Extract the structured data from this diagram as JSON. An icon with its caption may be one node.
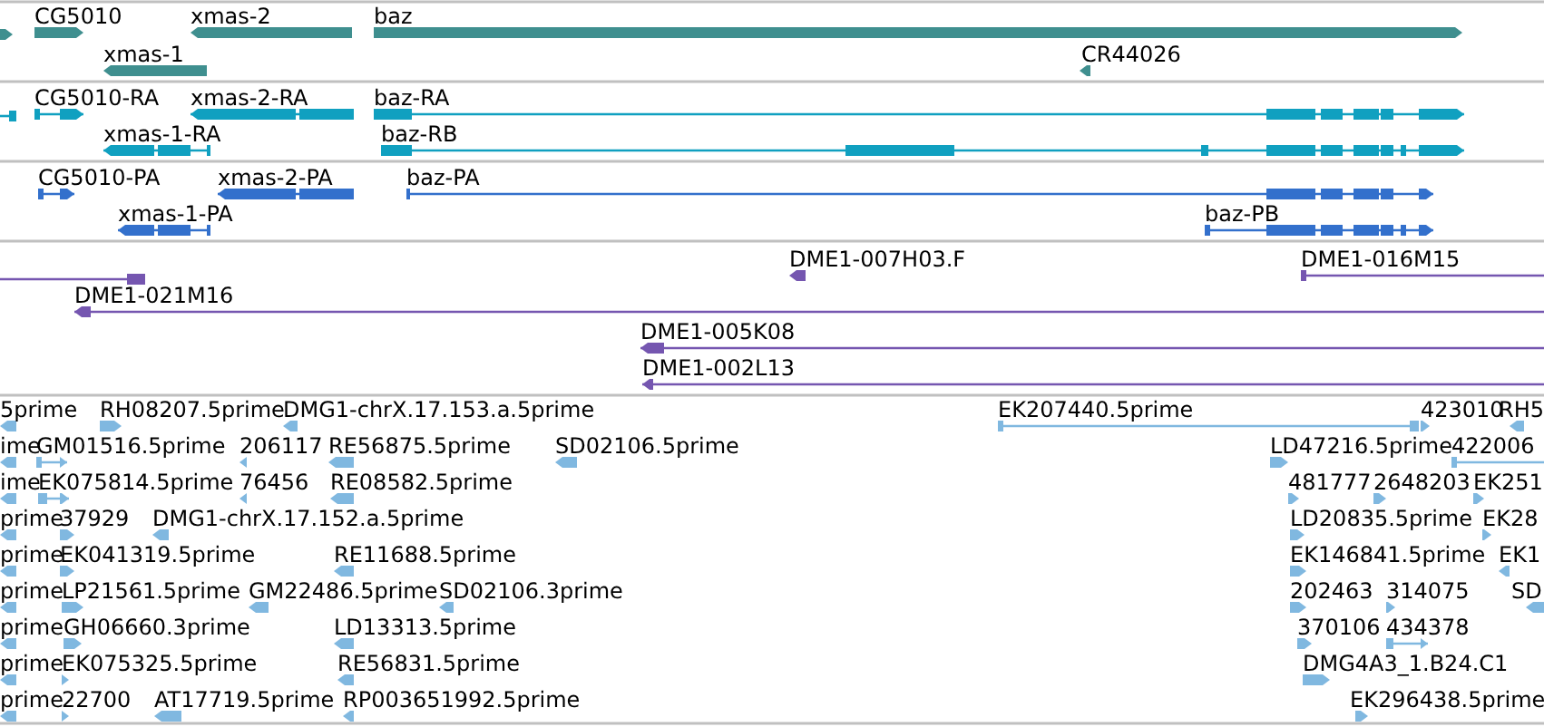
{
  "diagram": {
    "labels": [
      "CG5010",
      "xmas-2",
      "baz",
      "xmas-1",
      "CR44026",
      "CG5010-RA",
      "xmas-2-RA",
      "baz-RA",
      "xmas-1-RA",
      "baz-RB",
      "CG5010-PA",
      "xmas-2-PA",
      "baz-PA",
      "xmas-1-PA",
      "baz-PB",
      "DME1-007H03.F",
      "DME1-016M15",
      "DME1-021M16",
      "DME1-005K08",
      "DME1-002L13",
      "5prime",
      "RH08207.5prime",
      "DMG1-chrX.17.153.a.5prime",
      "EK207440.5prime",
      "423010",
      "RH5",
      "ime",
      "GM01516.5prime",
      "206117",
      "RE56875.5prime",
      "SD02106.5prime",
      "LD47216.5prime",
      "422006",
      "ime",
      "EK075814.5prime",
      "76456",
      "RE08582.5prime",
      "481777",
      "2648203",
      "EK251",
      "prime",
      "37929",
      "DMG1-chrX.17.152.a.5prime",
      "LD20835.5prime",
      "EK28",
      "prime",
      "EK041319.5prime",
      "RE11688.5prime",
      "EK146841.5prime",
      "EK1",
      "prime",
      "LP21561.5prime",
      "GM22486.5prime",
      "SD02106.3prime",
      "202463",
      "314075",
      "SD",
      "prime",
      "GH06660.3prime",
      "LD13313.5prime",
      "370106",
      "434378",
      "prime",
      "EK075325.5prime",
      "RE56831.5prime",
      "DMG4A3_1.B24.C1",
      "prime",
      "22700",
      "AT17719.5prime",
      "RP003651992.5prime",
      "EK296438.5prime"
    ]
  }
}
